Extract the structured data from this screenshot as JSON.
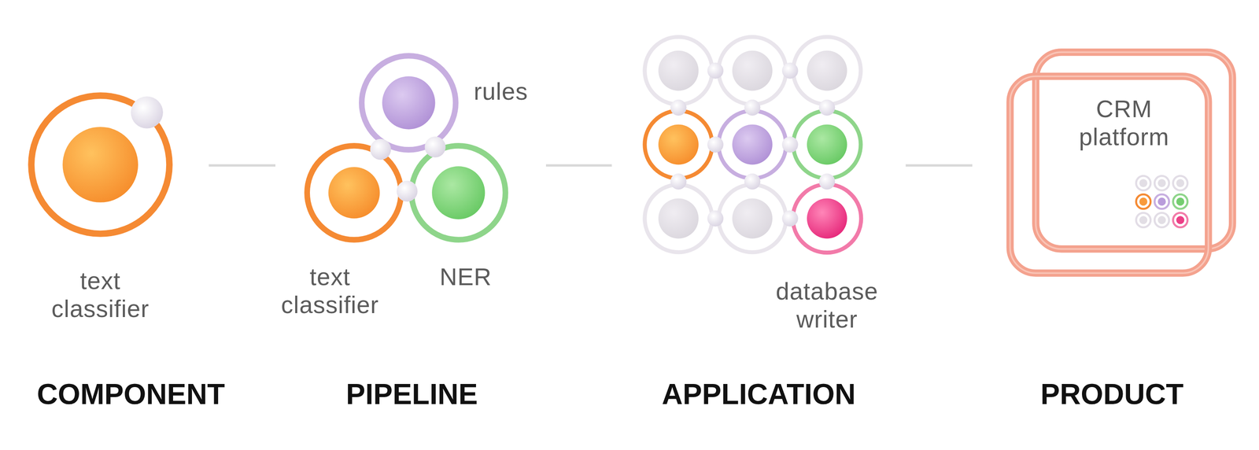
{
  "diagram": {
    "nodes": [
      {
        "text": [
          "text classifier"
        ]
      },
      {
        "text": [
          "rules"
        ]
      },
      {
        "text": [
          "text classifier"
        ]
      },
      {
        "text": [
          "NER"
        ]
      },
      {
        "text": [
          "database writer"
        ]
      },
      {
        "text": [
          "CRM platform"
        ]
      }
    ],
    "labels": [
      "COMPONENT",
      "PIPELINE",
      "APPLICATION",
      "PRODUCT"
    ]
  }
}
